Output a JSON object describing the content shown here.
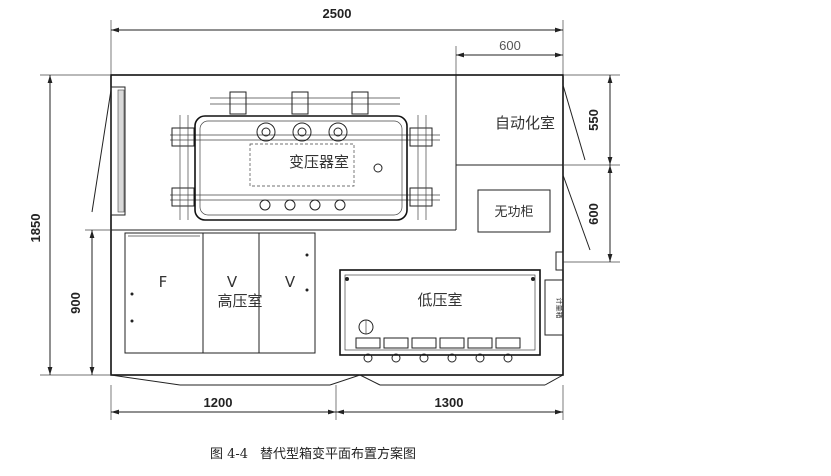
{
  "dimensions": {
    "total_width": "2500",
    "automation_width": "600",
    "total_height": "1850",
    "lower_height": "900",
    "automation_height": "550",
    "reactive_height": "600",
    "hv_width": "1200",
    "lv_width": "1300"
  },
  "rooms": {
    "transformer": "变压器室",
    "automation": "自动化室",
    "reactive": "无功柜",
    "high_voltage": "高压室",
    "low_voltage": "低压室",
    "meter": "计量箱"
  },
  "panels": {
    "f": "F",
    "v1": "V",
    "v2": "V"
  },
  "caption": {
    "number": "图 4-4",
    "text": "替代型箱变平面布置方案图"
  }
}
